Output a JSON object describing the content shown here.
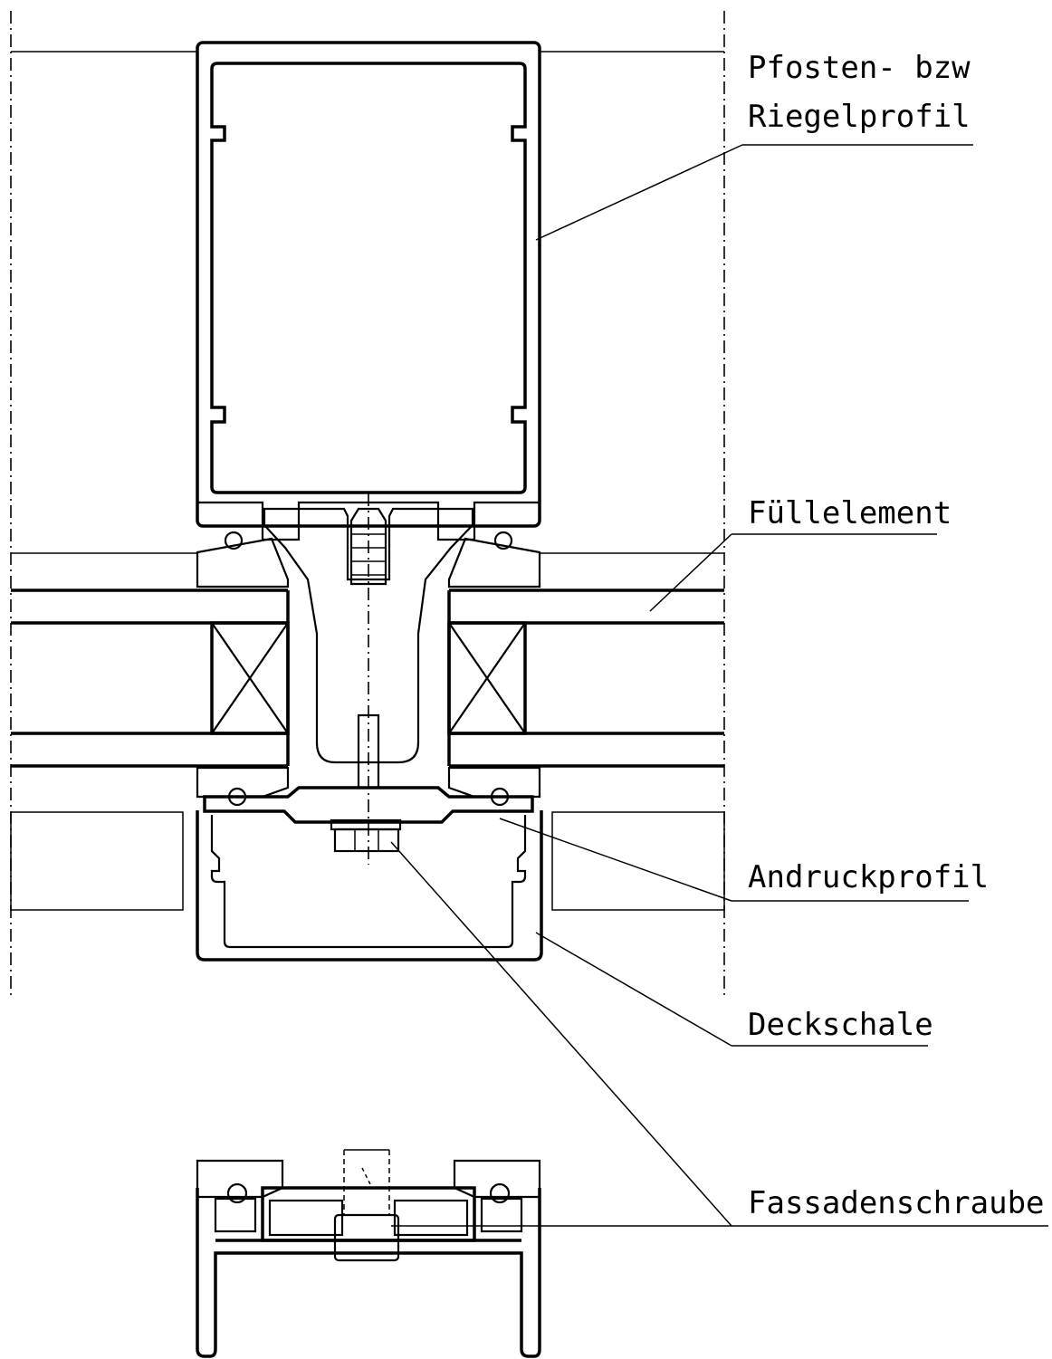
{
  "labels": {
    "profile_line1": "Pfosten- bzw",
    "profile_line2": "Riegelprofil",
    "infill": "Füllelement",
    "pressure_profile": "Andruckprofil",
    "cover_cap": "Deckschale",
    "facade_screw": "Fassadenschraube"
  },
  "colors": {
    "line": "#000000",
    "background": "#ffffff"
  }
}
